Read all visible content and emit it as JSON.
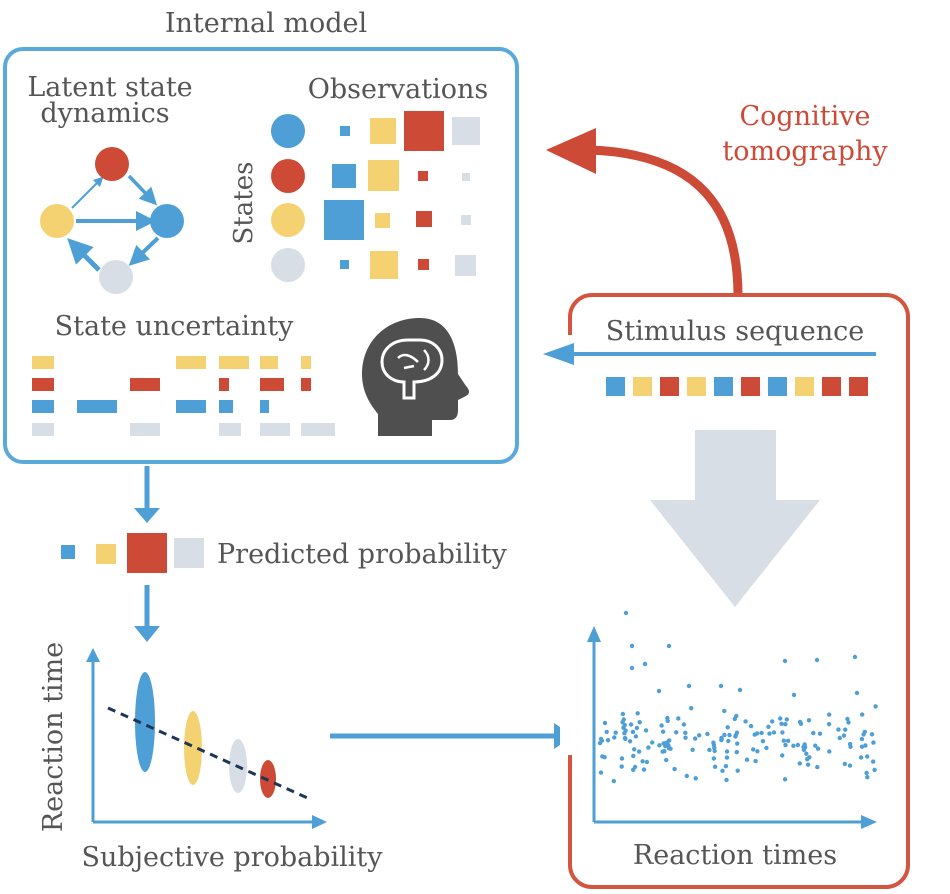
{
  "colors": {
    "blue": "#4e9fd6",
    "red": "#cc4a36",
    "yellow": "#f5d271",
    "grey": "#d8dee6",
    "text": "#555555",
    "frame_blue": "#5aa9db",
    "frame_red": "#d3553f",
    "dark_navy": "#1d3556",
    "brain": "#4f4f4f"
  },
  "internal_model": {
    "title": "Internal model",
    "latent_title_line1": "Latent state",
    "latent_title_line2": "dynamics",
    "observations_title": "Observations",
    "states_label": "States",
    "uncertainty_title": "State uncertainty",
    "brain_icon": "brain-head-icon"
  },
  "predicted": {
    "label": "Predicted probability"
  },
  "plot_left": {
    "ylabel": "Reaction time",
    "xlabel": "Subjective probability"
  },
  "tomography": {
    "line1": "Cognitive",
    "line2": "tomography"
  },
  "experiment": {
    "stimulus_title": "Stimulus sequence",
    "sequence": [
      "blue",
      "yellow",
      "red",
      "yellow",
      "blue",
      "red",
      "blue",
      "yellow",
      "red",
      "red"
    ],
    "reaction_label": "Reaction times"
  }
}
